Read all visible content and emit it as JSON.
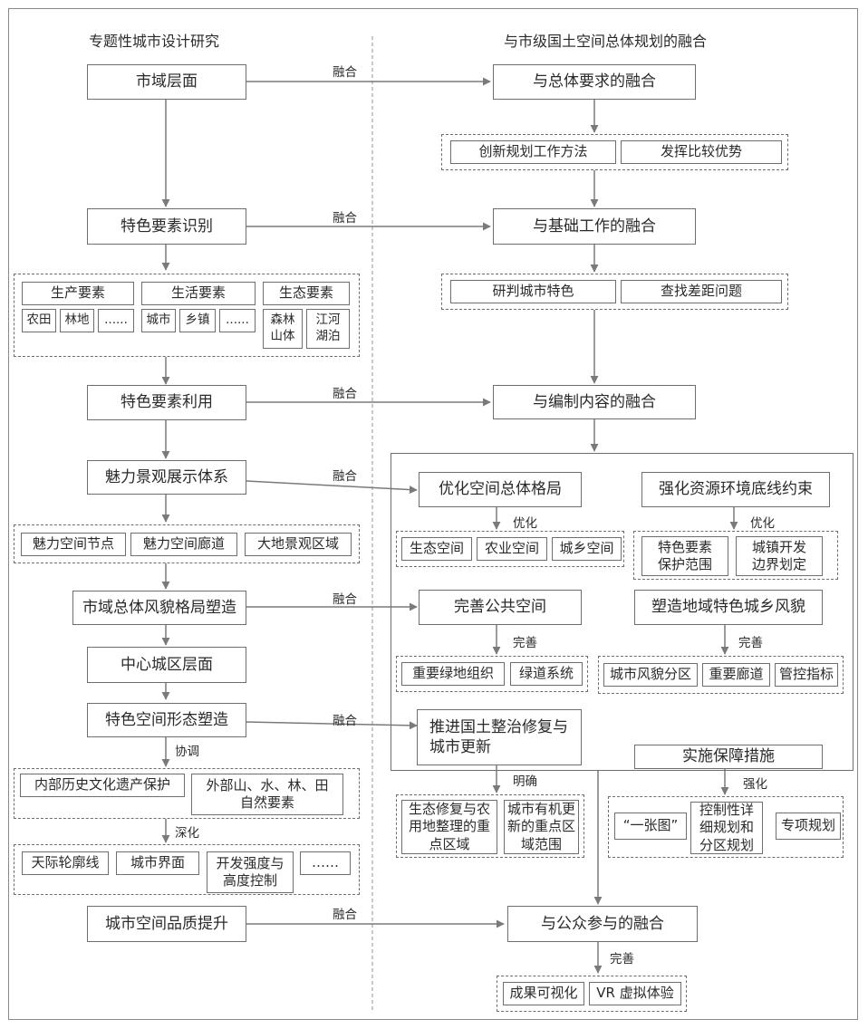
{
  "headers": {
    "left": "专题性城市设计研究",
    "right": "与市级国土空间总体规划的融合"
  },
  "edge_labels": {
    "fuse": "融合",
    "optimize": "优化",
    "improve": "完善",
    "clarify": "明确",
    "strengthen": "强化",
    "coordinate": "协调",
    "deepen": "深化"
  },
  "left": {
    "city_level": "市域层面",
    "feature_identify": "特色要素识别",
    "production": {
      "title": "生产要素",
      "items": [
        "农田",
        "林地",
        "......"
      ]
    },
    "living": {
      "title": "生活要素",
      "items": [
        "城市",
        "乡镇",
        "......"
      ]
    },
    "ecology": {
      "title": "生态要素",
      "items": [
        "森林\n山体",
        "江河\n湖泊"
      ]
    },
    "feature_use": "特色要素利用",
    "charm_system": "魅力景观展示体系",
    "charm_items": [
      "魅力空间节点",
      "魅力空间廊道",
      "大地景观区域"
    ],
    "overall_style": "市域总体风貌格局塑造",
    "center_level": "中心城区层面",
    "feature_form": "特色空间形态塑造",
    "coordinate_items": [
      "内部历史文化遗产保护",
      "外部山、水、林、田\n自然要素"
    ],
    "deepen_items": [
      "天际轮廓线",
      "城市界面",
      "开发强度与\n高度控制",
      "……"
    ],
    "quality": "城市空间品质提升"
  },
  "right": {
    "overall_req": "与总体要求的融合",
    "overall_req_items": [
      "创新规划工作方法",
      "发挥比较优势"
    ],
    "basic_work": "与基础工作的融合",
    "basic_work_items": [
      "研判城市特色",
      "查找差距问题"
    ],
    "content": "与编制内容的融合",
    "optimize_layout": "优化空间总体格局",
    "optimize_layout_items": [
      "生态空间",
      "农业空间",
      "城乡空间"
    ],
    "resource_constraint": "强化资源环境底线约束",
    "resource_items": [
      "特色要素\n保护范围",
      "城镇开发\n边界划定"
    ],
    "public_space": "完善公共空间",
    "public_space_items": [
      "重要绿地组织",
      "绿道系统"
    ],
    "regional_style": "塑造地域特色城乡风貌",
    "regional_style_items": [
      "城市风貌分区",
      "重要廊道",
      "管控指标"
    ],
    "renewal": "推进国土整治修复与\n城市更新",
    "renewal_items": [
      "生态修复与农\n用地整理的重\n点区域",
      "城市有机更\n新的重点区\n域范围"
    ],
    "safeguard": "实施保障措施",
    "safeguard_items": [
      "“一张图”",
      "控制性详\n细规划和\n分区规划",
      "专项规划"
    ],
    "public": "与公众参与的融合",
    "public_items": [
      "成果可视化",
      "VR 虚拟体验"
    ]
  },
  "colors": {
    "border": "#6e6e6e",
    "arrow": "#777777",
    "text": "#2a2a2a"
  }
}
